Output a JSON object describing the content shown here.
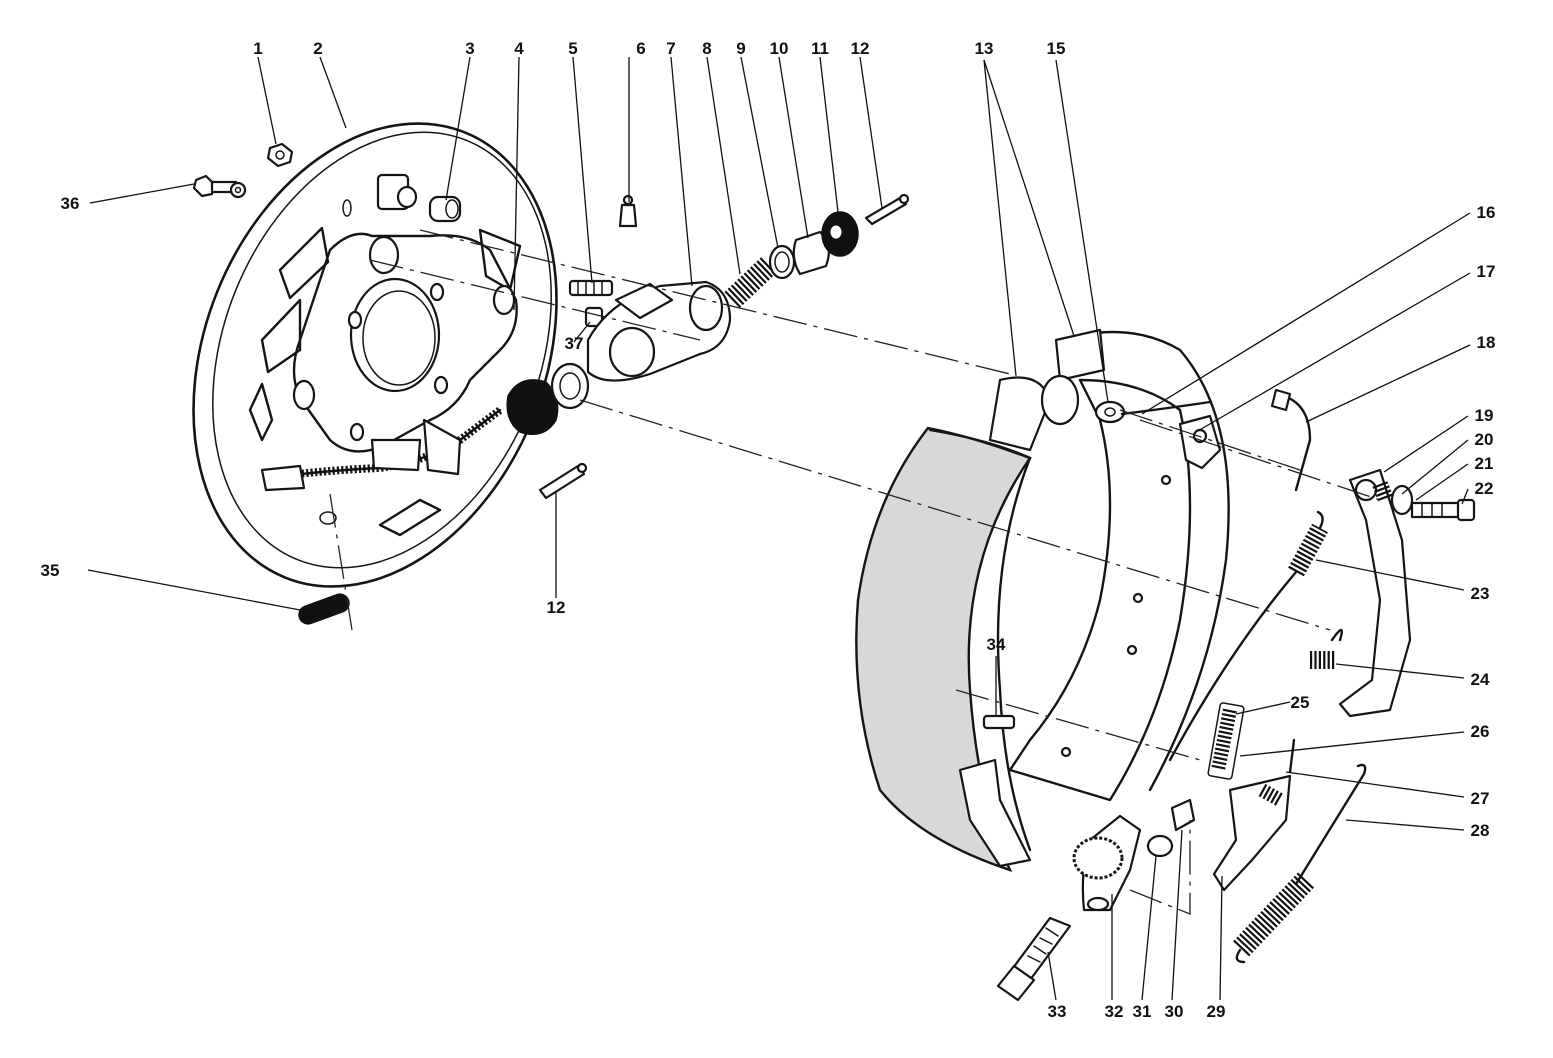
{
  "callouts": [
    {
      "id": "c1",
      "text": "1"
    },
    {
      "id": "c2",
      "text": "2"
    },
    {
      "id": "c3",
      "text": "3"
    },
    {
      "id": "c4",
      "text": "4"
    },
    {
      "id": "c5",
      "text": "5"
    },
    {
      "id": "c6",
      "text": "6"
    },
    {
      "id": "c7",
      "text": "7"
    },
    {
      "id": "c8",
      "text": "8"
    },
    {
      "id": "c9",
      "text": "9"
    },
    {
      "id": "c10",
      "text": "10"
    },
    {
      "id": "c11",
      "text": "11"
    },
    {
      "id": "c12a",
      "text": "12"
    },
    {
      "id": "c12b",
      "text": "12"
    },
    {
      "id": "c13",
      "text": "13"
    },
    {
      "id": "c15",
      "text": "15"
    },
    {
      "id": "c16",
      "text": "16"
    },
    {
      "id": "c17",
      "text": "17"
    },
    {
      "id": "c18",
      "text": "18"
    },
    {
      "id": "c19",
      "text": "19"
    },
    {
      "id": "c20",
      "text": "20"
    },
    {
      "id": "c21",
      "text": "21"
    },
    {
      "id": "c22",
      "text": "22"
    },
    {
      "id": "c23",
      "text": "23"
    },
    {
      "id": "c24",
      "text": "24"
    },
    {
      "id": "c25",
      "text": "25"
    },
    {
      "id": "c26",
      "text": "26"
    },
    {
      "id": "c27",
      "text": "27"
    },
    {
      "id": "c28",
      "text": "28"
    },
    {
      "id": "c29",
      "text": "29"
    },
    {
      "id": "c30",
      "text": "30"
    },
    {
      "id": "c31",
      "text": "31"
    },
    {
      "id": "c32",
      "text": "32"
    },
    {
      "id": "c33",
      "text": "33"
    },
    {
      "id": "c34",
      "text": "34"
    },
    {
      "id": "c35",
      "text": "35"
    },
    {
      "id": "c36",
      "text": "36"
    },
    {
      "id": "c37",
      "text": "37"
    }
  ],
  "colors": {
    "ink": "#151515",
    "paper": "#ffffff",
    "lining": "#d8d8d8"
  }
}
